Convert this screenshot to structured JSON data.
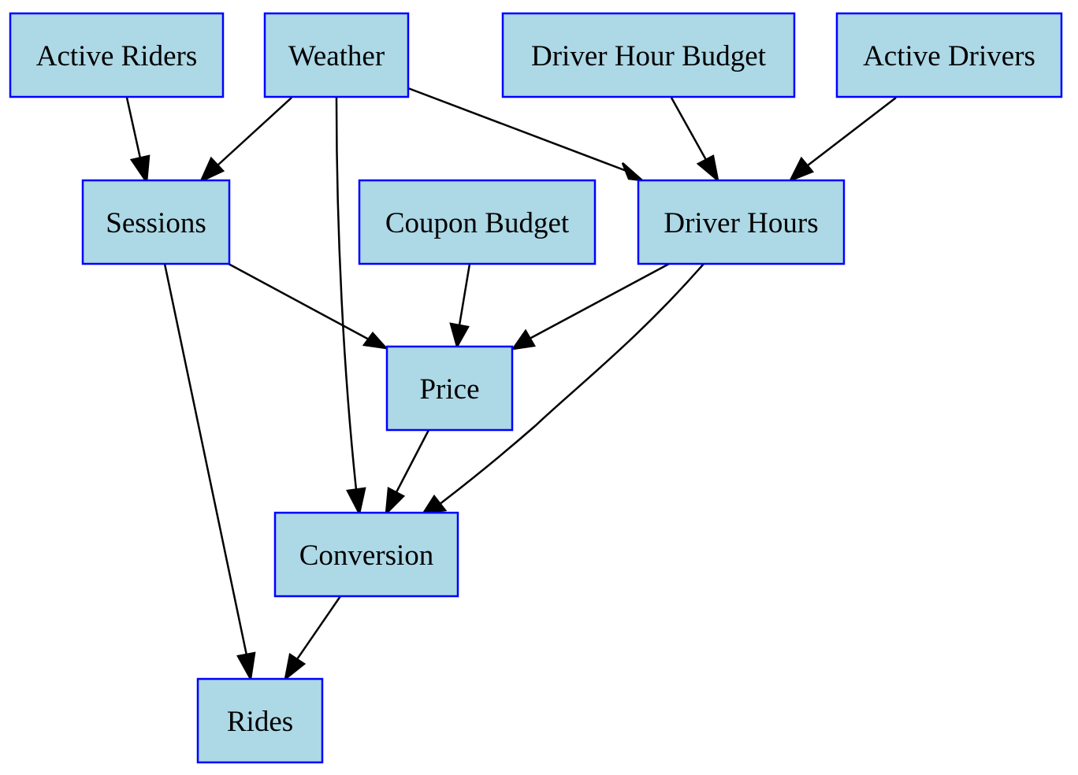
{
  "colors": {
    "node_fill": "#add8e6",
    "node_border": "#0000ff",
    "edge": "#000000",
    "background": "#ffffff"
  },
  "nodes": [
    {
      "id": "active_riders",
      "label": "Active Riders"
    },
    {
      "id": "weather",
      "label": "Weather"
    },
    {
      "id": "driver_hour_budget",
      "label": "Driver Hour Budget"
    },
    {
      "id": "active_drivers",
      "label": "Active Drivers"
    },
    {
      "id": "sessions",
      "label": "Sessions"
    },
    {
      "id": "coupon_budget",
      "label": "Coupon Budget"
    },
    {
      "id": "driver_hours",
      "label": "Driver Hours"
    },
    {
      "id": "price",
      "label": "Price"
    },
    {
      "id": "conversion",
      "label": "Conversion"
    },
    {
      "id": "rides",
      "label": "Rides"
    }
  ],
  "edges": [
    {
      "from": "active_riders",
      "to": "sessions"
    },
    {
      "from": "weather",
      "to": "sessions"
    },
    {
      "from": "weather",
      "to": "conversion"
    },
    {
      "from": "weather",
      "to": "driver_hours"
    },
    {
      "from": "driver_hour_budget",
      "to": "driver_hours"
    },
    {
      "from": "active_drivers",
      "to": "driver_hours"
    },
    {
      "from": "sessions",
      "to": "price"
    },
    {
      "from": "sessions",
      "to": "rides"
    },
    {
      "from": "coupon_budget",
      "to": "price"
    },
    {
      "from": "driver_hours",
      "to": "price"
    },
    {
      "from": "driver_hours",
      "to": "conversion"
    },
    {
      "from": "price",
      "to": "conversion"
    },
    {
      "from": "conversion",
      "to": "rides"
    }
  ]
}
